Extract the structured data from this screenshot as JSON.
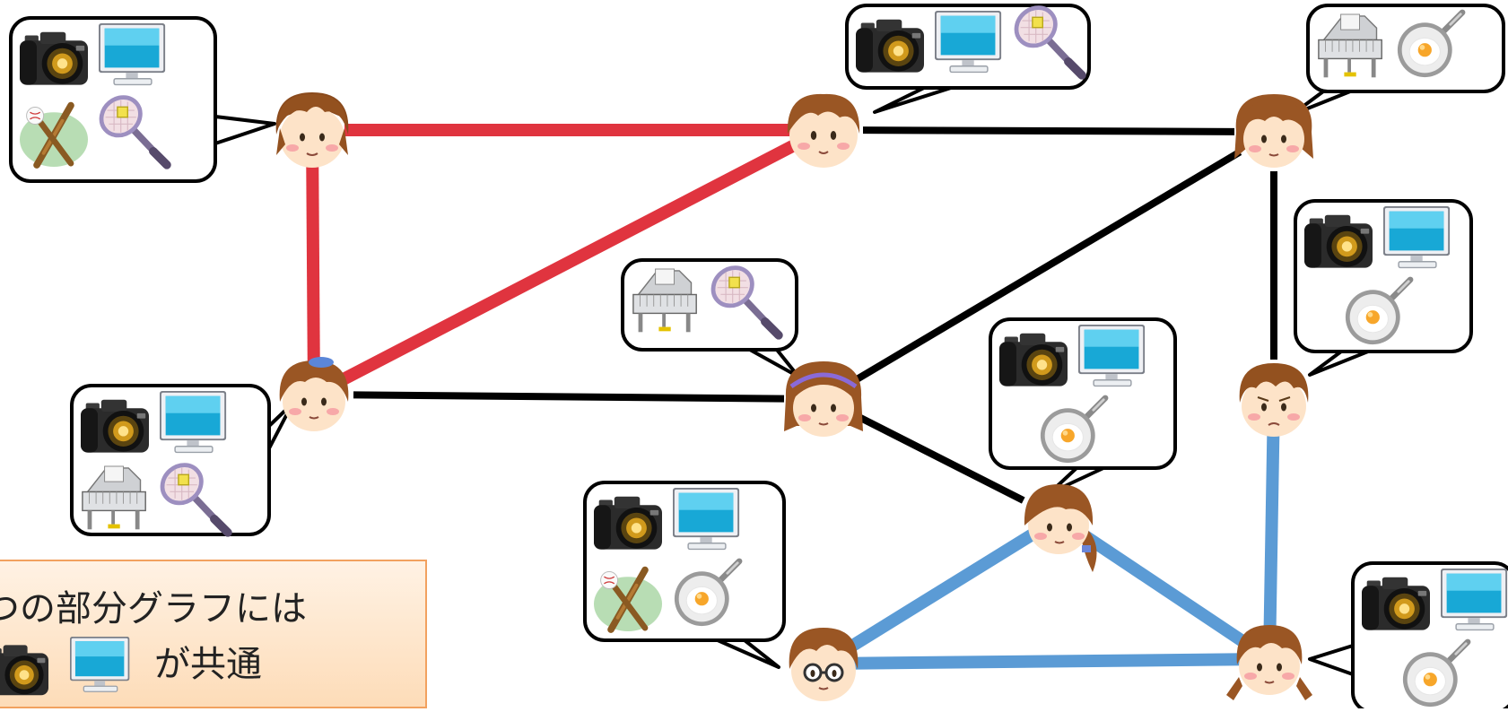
{
  "note": {
    "line1": "つの部分グラフには",
    "line2": "が共通",
    "icons": [
      "camera-icon",
      "monitor-icon"
    ]
  },
  "colors": {
    "red_subgraph": "#e0343f",
    "blue_subgraph": "#5b9bd5",
    "other_edge": "#000000",
    "note_fill": "#fde3c6",
    "note_border": "#f2a15f"
  },
  "graph": {
    "people": [
      {
        "id": "p1",
        "hair": "brown",
        "interests": [
          "camera-icon",
          "monitor-icon",
          "baseball-icon",
          "tennis-icon"
        ]
      },
      {
        "id": "p2",
        "hair": "brown",
        "interests": [
          "camera-icon",
          "monitor-icon",
          "tennis-icon"
        ]
      },
      {
        "id": "p3",
        "hair": "brown-long",
        "interests": [
          "piano-icon",
          "frying-pan-icon"
        ]
      },
      {
        "id": "p4",
        "hair": "brown-ponytail",
        "interests": [
          "camera-icon",
          "monitor-icon",
          "piano-icon",
          "tennis-icon"
        ]
      },
      {
        "id": "p5",
        "hair": "brown-headband",
        "interests": [
          "piano-icon",
          "tennis-icon"
        ]
      },
      {
        "id": "p6",
        "hair": "brown",
        "interests": [
          "camera-icon",
          "monitor-icon",
          "frying-pan-icon"
        ]
      },
      {
        "id": "p7",
        "hair": "brown-sidetail",
        "interests": [
          "camera-icon",
          "monitor-icon",
          "frying-pan-icon"
        ]
      },
      {
        "id": "p8",
        "hair": "brown-glasses",
        "interests": [
          "camera-icon",
          "monitor-icon",
          "baseball-icon",
          "frying-pan-icon"
        ]
      },
      {
        "id": "p9",
        "hair": "brown-pigtails",
        "interests": [
          "camera-icon",
          "monitor-icon",
          "frying-pan-icon"
        ]
      }
    ],
    "edges": [
      {
        "from": "p1",
        "to": "p2",
        "group": "red"
      },
      {
        "from": "p1",
        "to": "p4",
        "group": "red"
      },
      {
        "from": "p4",
        "to": "p2",
        "group": "red"
      },
      {
        "from": "p2",
        "to": "p3",
        "group": "black"
      },
      {
        "from": "p3",
        "to": "p6",
        "group": "black"
      },
      {
        "from": "p3",
        "to": "p5",
        "group": "black"
      },
      {
        "from": "p4",
        "to": "p5",
        "group": "black"
      },
      {
        "from": "p5",
        "to": "p7",
        "group": "black"
      },
      {
        "from": "p7",
        "to": "p8",
        "group": "blue"
      },
      {
        "from": "p7",
        "to": "p9",
        "group": "blue"
      },
      {
        "from": "p8",
        "to": "p9",
        "group": "blue"
      },
      {
        "from": "p6",
        "to": "p9",
        "group": "blue"
      }
    ]
  }
}
